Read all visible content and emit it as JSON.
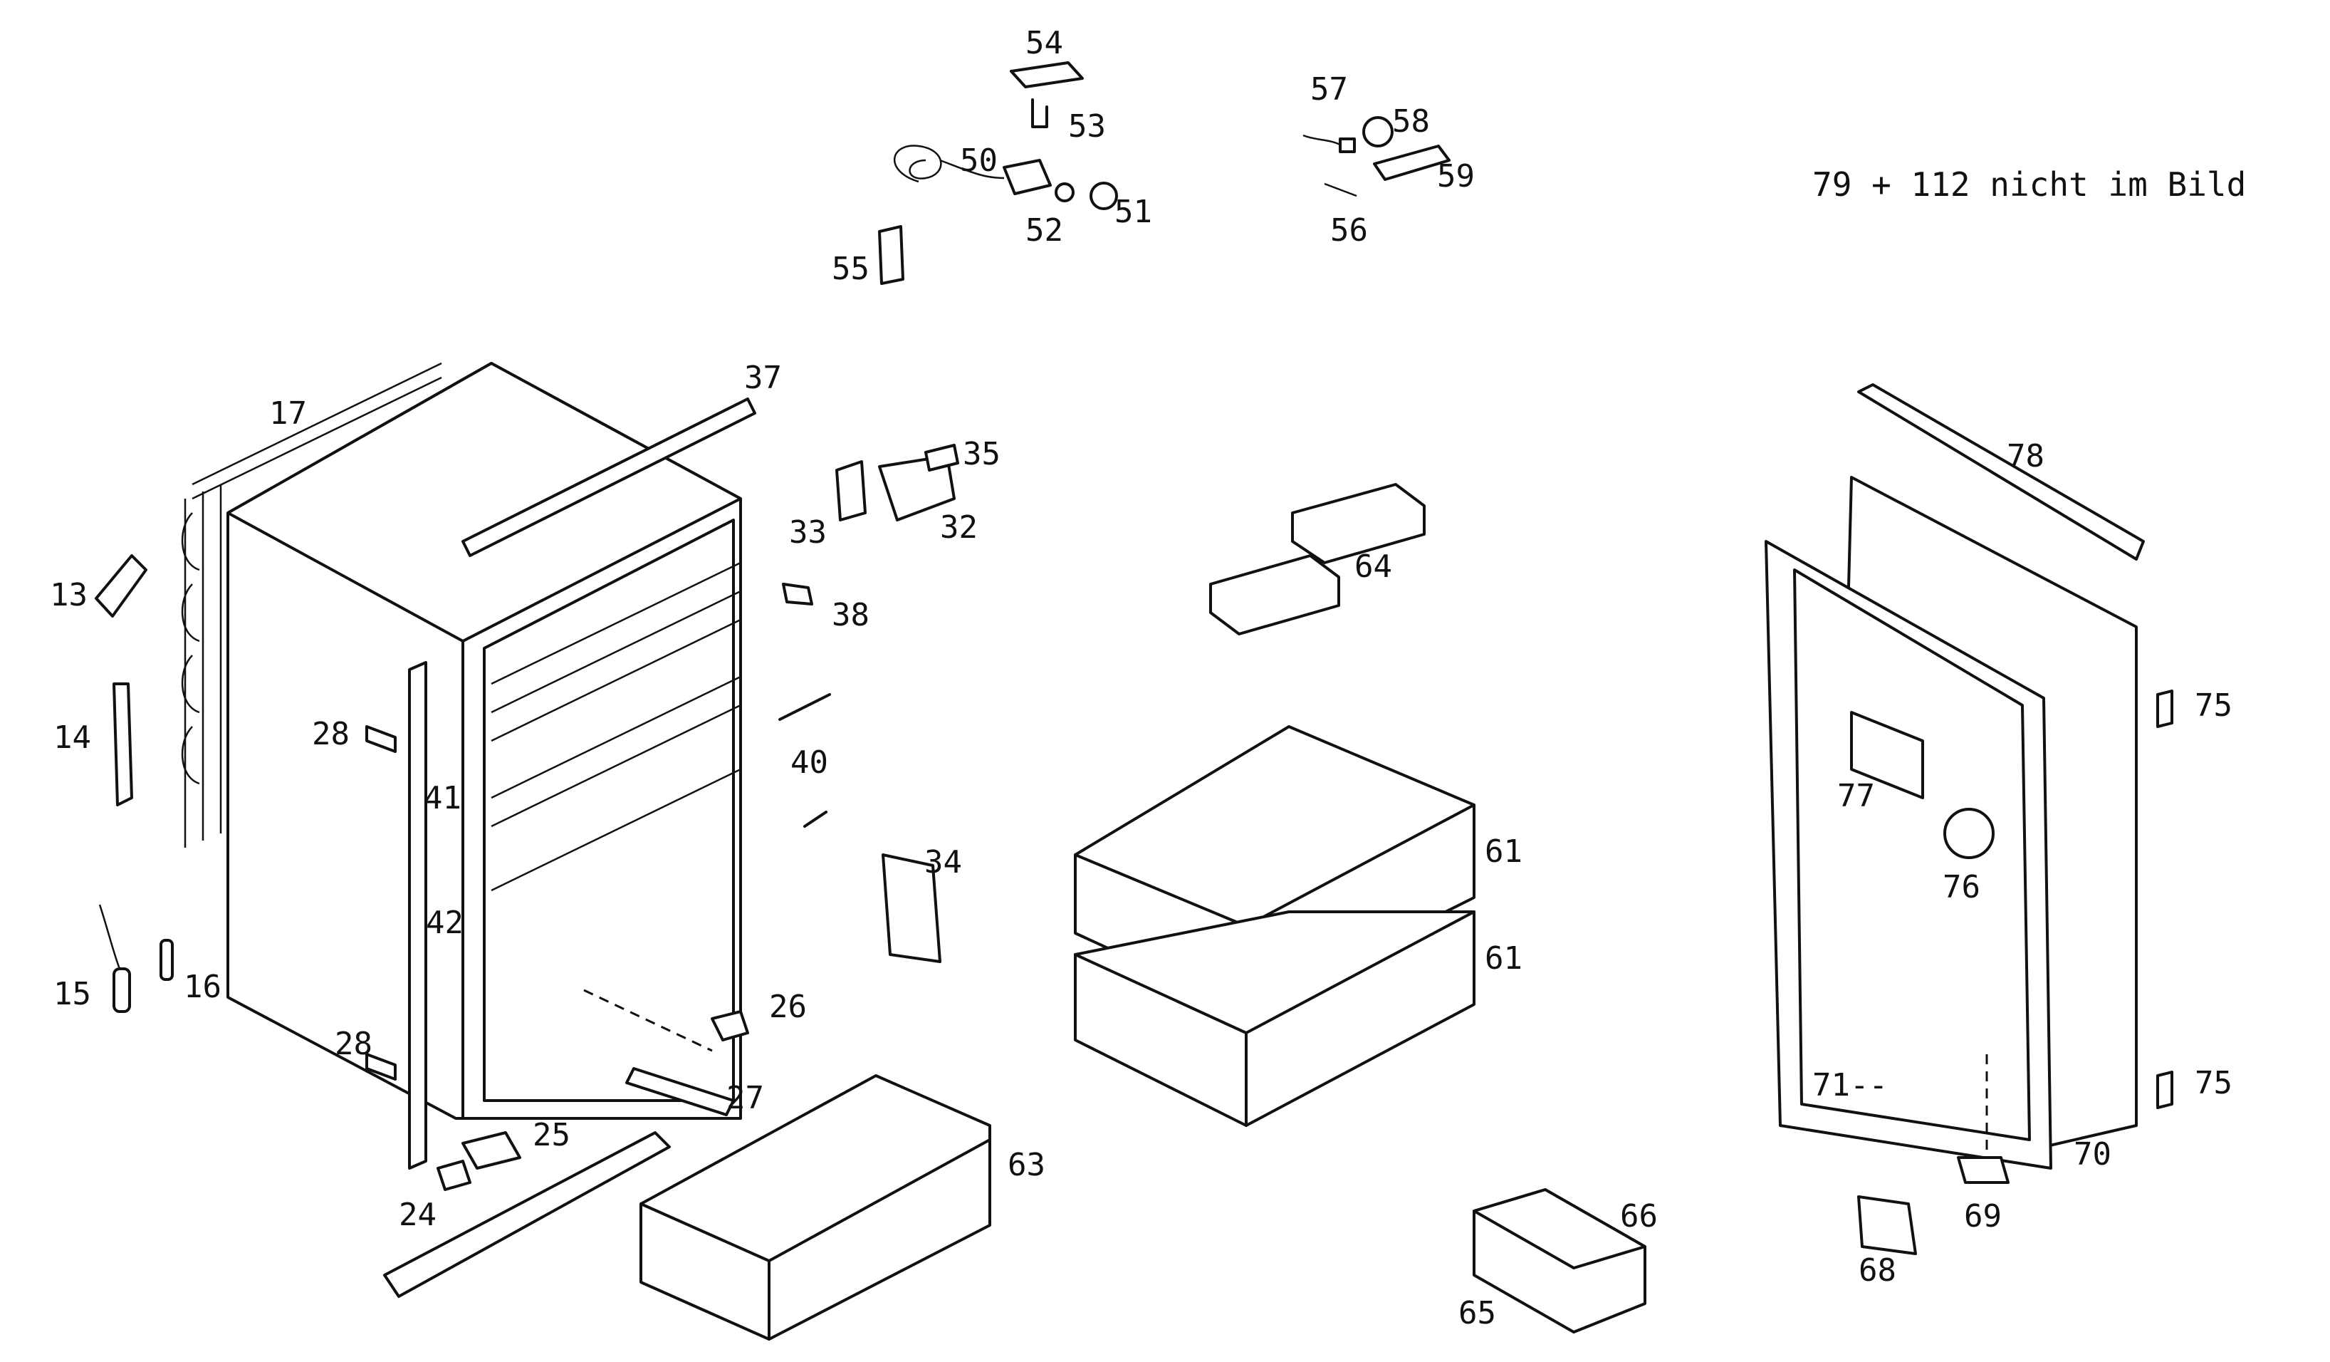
{
  "note": "79 + 112 nicht im Bild",
  "labels": {
    "l13": "13",
    "l14": "14",
    "l15": "15",
    "l16": "16",
    "l17": "17",
    "l24": "24",
    "l25": "25",
    "l26": "26",
    "l27": "27",
    "l28a": "28",
    "l28b": "28",
    "l32": "32",
    "l33": "33",
    "l34": "34",
    "l35": "35",
    "l37": "37",
    "l38": "38",
    "l40": "40",
    "l41": "41",
    "l42": "42",
    "l50": "50",
    "l51": "51",
    "l52": "52",
    "l53": "53",
    "l54": "54",
    "l55": "55",
    "l56": "56",
    "l57": "57",
    "l58": "58",
    "l59": "59",
    "l61a": "61",
    "l61b": "61",
    "l63": "63",
    "l64": "64",
    "l65": "65",
    "l66": "66",
    "l68": "68",
    "l69": "69",
    "l70": "70",
    "l71": "71--",
    "l75a": "75",
    "l75b": "75",
    "l76": "76",
    "l77": "77",
    "l78": "78"
  }
}
